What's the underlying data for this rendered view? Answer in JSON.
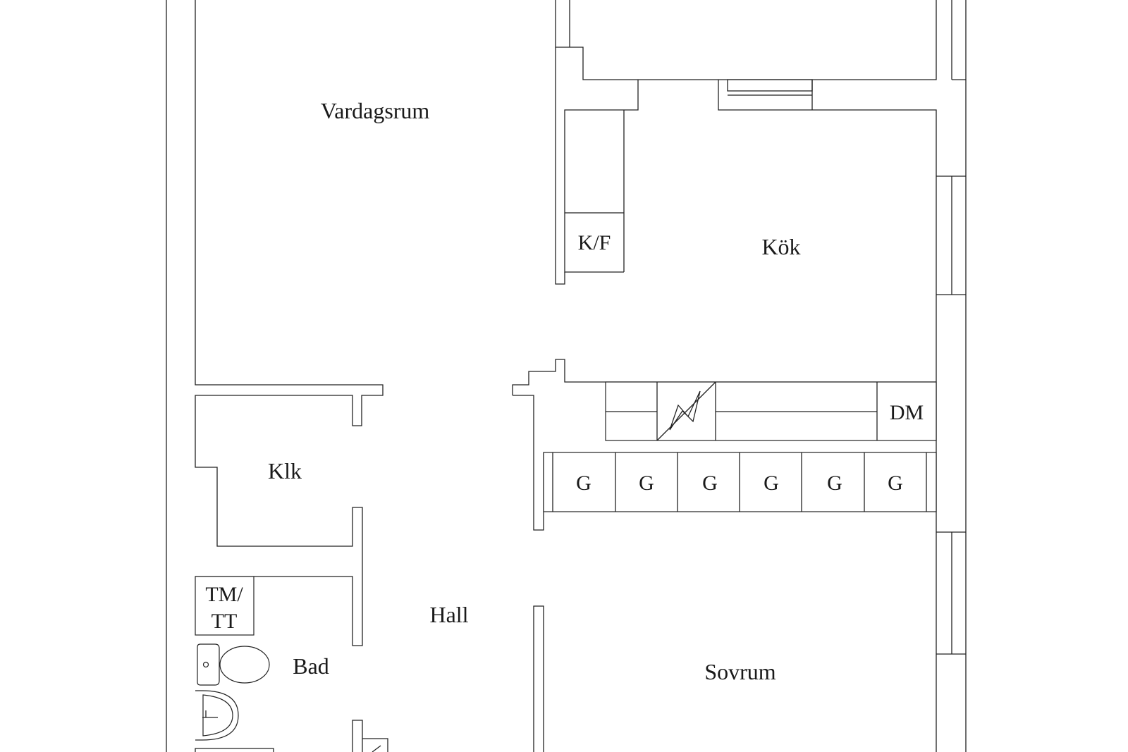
{
  "rooms": {
    "living": "Vardagsrum",
    "kitchen": "Kök",
    "closet": "Klk",
    "hall": "Hall",
    "bath": "Bad",
    "bedroom": "Sovrum"
  },
  "fixtures": {
    "fridge_freezer": "K/F",
    "dishwasher": "DM",
    "washer_dryer_line1": "TM/",
    "washer_dryer_line2": "TT",
    "wardrobes": [
      "G",
      "G",
      "G",
      "G",
      "G",
      "G"
    ]
  },
  "colors": {
    "line": "#222222",
    "background": "#ffffff"
  }
}
